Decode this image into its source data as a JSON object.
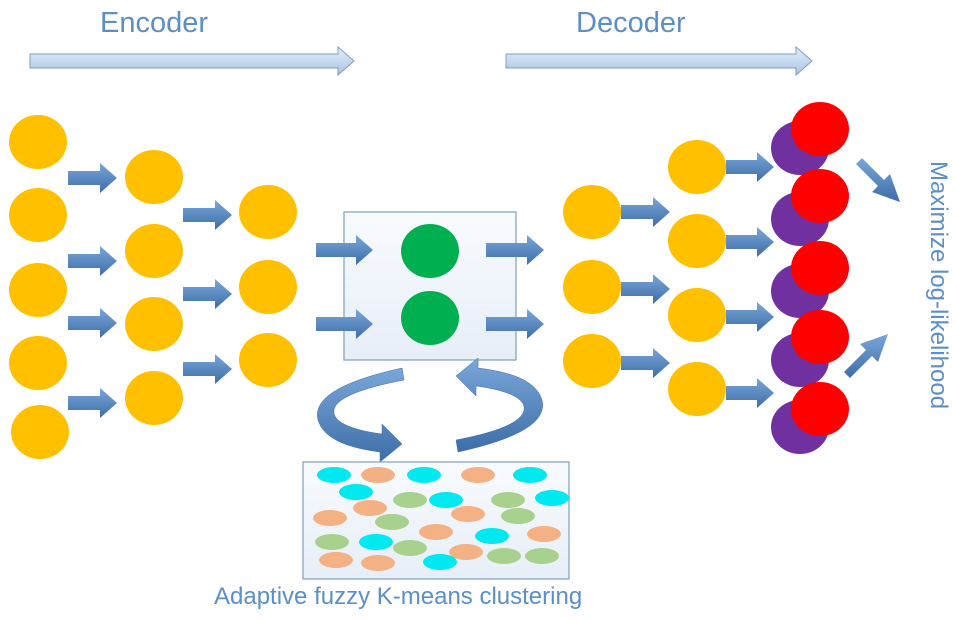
{
  "labels": {
    "encoder": "Encoder",
    "decoder": "Decoder",
    "clustering": "Adaptive fuzzy K-means clustering",
    "objective": "Maximize  log-likelihood"
  },
  "colors": {
    "label_text": "#5b8fc6",
    "node_orange": "#ffc000",
    "latent_green": "#00b050",
    "output_red": "#ff0000",
    "output_purple": "#7030a0",
    "arrow_blue": "#4f81bd",
    "header_arrow_fill": "#c6d9f1",
    "box_border": "#7f9fbe",
    "box_fill": "#f4f7fb",
    "cluster_cyan": "#00e8f0",
    "cluster_peach": "#f4b183",
    "cluster_green": "#a9d18e"
  }
}
